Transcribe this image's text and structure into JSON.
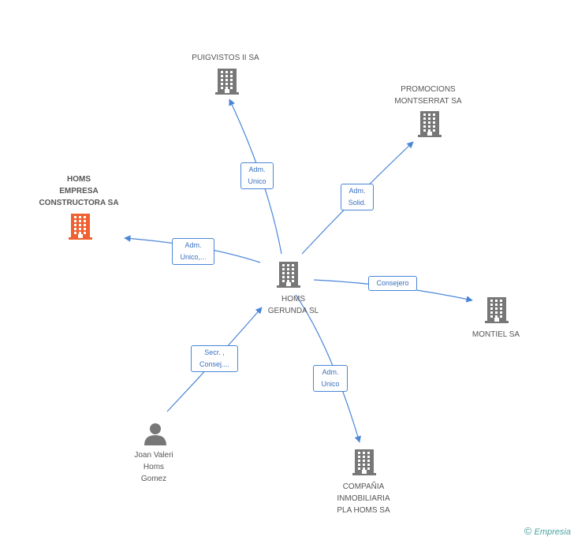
{
  "colors": {
    "edge": "#4a86d8",
    "company": "#777777",
    "focus_company": "#f06030",
    "person": "#777777"
  },
  "nodes": [
    {
      "id": "homs-gerunda",
      "type": "company",
      "lines": [
        "HOMS",
        "GERUNDA SL"
      ]
    },
    {
      "id": "puigvistos",
      "type": "company",
      "lines": [
        "PUIGVISTOS II SA"
      ]
    },
    {
      "id": "promocions",
      "type": "company",
      "lines": [
        "PROMOCIONS",
        "MONTSERRAT SA"
      ]
    },
    {
      "id": "homs-empresa",
      "type": "company",
      "focus": true,
      "lines": [
        "HOMS",
        "EMPRESA",
        "CONSTRUCTORA SA"
      ]
    },
    {
      "id": "montiel",
      "type": "company",
      "lines": [
        "MONTIEL SA"
      ]
    },
    {
      "id": "compania",
      "type": "company",
      "lines": [
        "COMPAÑIA",
        "INMOBILIARIA",
        "PLA HOMS SA"
      ]
    },
    {
      "id": "joan",
      "type": "person",
      "lines": [
        "Joan Valeri",
        "Homs",
        "Gomez"
      ]
    }
  ],
  "edges": [
    {
      "from": "homs-gerunda",
      "to": "puigvistos",
      "lines": [
        "Adm.",
        "Unico"
      ]
    },
    {
      "from": "homs-gerunda",
      "to": "promocions",
      "lines": [
        "Adm.",
        "Solid."
      ]
    },
    {
      "from": "homs-gerunda",
      "to": "homs-empresa",
      "lines": [
        "Adm.",
        "Unico,..."
      ]
    },
    {
      "from": "homs-gerunda",
      "to": "montiel",
      "lines": [
        "Consejero"
      ]
    },
    {
      "from": "homs-gerunda",
      "to": "compania",
      "lines": [
        "Adm.",
        "Unico"
      ]
    },
    {
      "from": "joan",
      "to": "homs-gerunda",
      "lines": [
        "Secr. ,",
        "Consej...."
      ]
    }
  ],
  "footer": {
    "copyright": "©",
    "brand": "Empresia"
  }
}
